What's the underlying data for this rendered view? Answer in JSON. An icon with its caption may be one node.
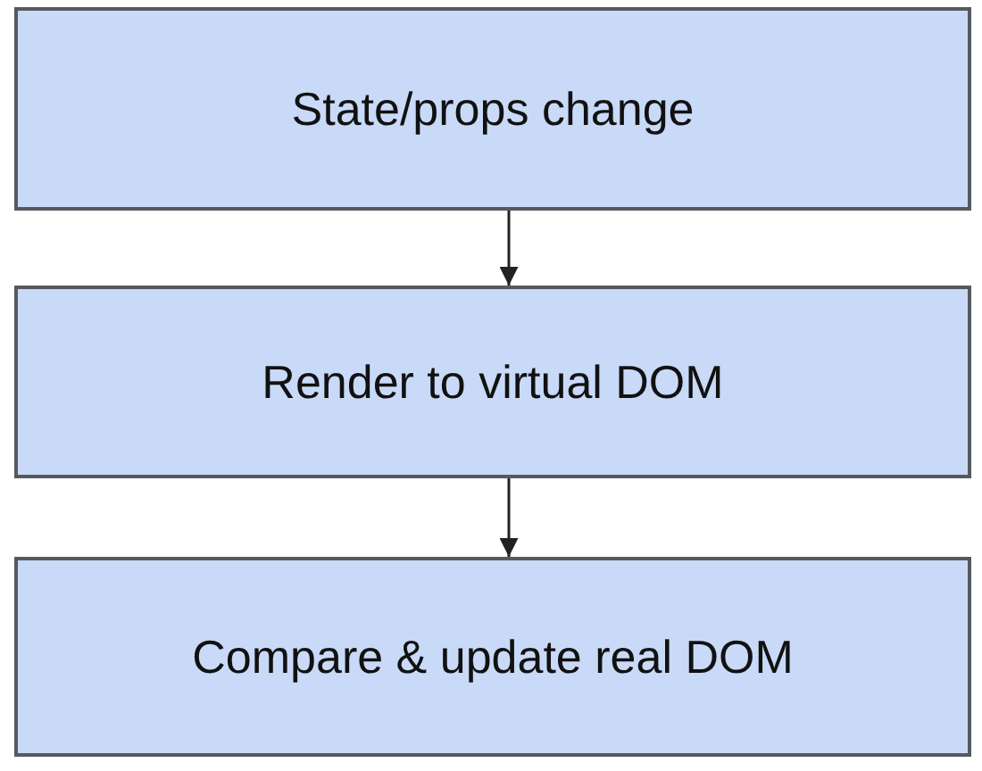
{
  "diagram": {
    "nodes": [
      {
        "text": [
          "State/props change"
        ]
      },
      {
        "text": [
          "Render to virtual DOM"
        ]
      },
      {
        "text": [
          "Compare & update real DOM"
        ]
      }
    ],
    "edges": [
      {
        "from": 0,
        "to": 1,
        "arrow": "to"
      },
      {
        "from": 1,
        "to": 2,
        "arrow": "to"
      }
    ]
  }
}
